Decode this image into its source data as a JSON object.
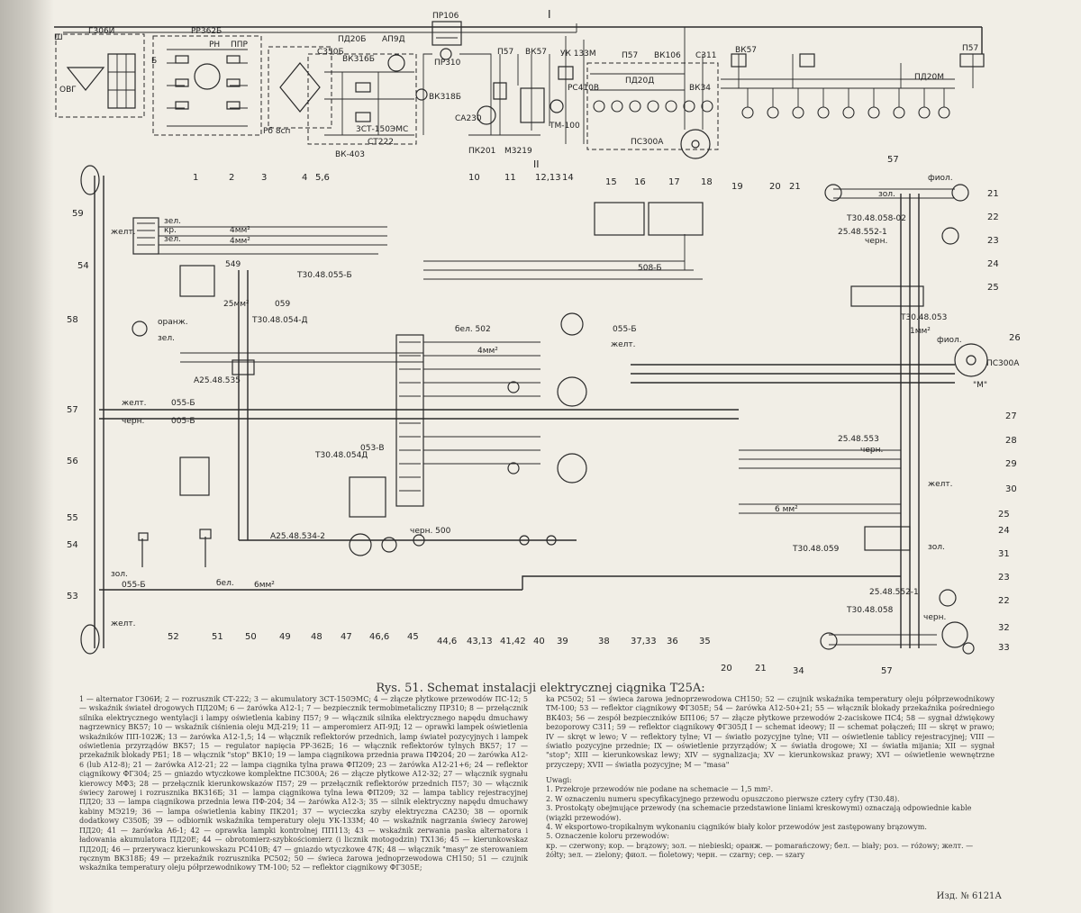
{
  "roman_top": "I",
  "roman_second": "II",
  "schematic_labels": [
    {
      "id": "s1",
      "text": "Г306И"
    },
    {
      "id": "s2",
      "text": "РР362Б"
    },
    {
      "id": "s3",
      "text": "ОВГ"
    },
    {
      "id": "s4",
      "text": "Ш"
    },
    {
      "id": "s5",
      "text": "Б"
    },
    {
      "id": "s6",
      "text": "РН"
    },
    {
      "id": "s7",
      "text": "ППР"
    },
    {
      "id": "s8",
      "text": "ПД20Б"
    },
    {
      "id": "s9",
      "text": "АП9Д"
    },
    {
      "id": "s10",
      "text": "ПР106"
    },
    {
      "id": "s11",
      "text": "ПР310"
    },
    {
      "id": "s12",
      "text": "П57"
    },
    {
      "id": "s13",
      "text": "ВК57"
    },
    {
      "id": "s14",
      "text": "УК 133М"
    },
    {
      "id": "s15",
      "text": "П57"
    },
    {
      "id": "s16",
      "text": "ВК106"
    },
    {
      "id": "s17",
      "text": "С311"
    },
    {
      "id": "s18",
      "text": "ВК57"
    },
    {
      "id": "s19",
      "text": "П57"
    },
    {
      "id": "s20",
      "text": "ВК318Б"
    },
    {
      "id": "s21",
      "text": "СА230"
    },
    {
      "id": "s22",
      "text": "ПК201"
    },
    {
      "id": "s23",
      "text": "М3219"
    },
    {
      "id": "s24",
      "text": "ТМ-100"
    },
    {
      "id": "s25",
      "text": "РС410В"
    },
    {
      "id": "s26",
      "text": "ПД20Д"
    },
    {
      "id": "s27",
      "text": "ВК34"
    },
    {
      "id": "s28",
      "text": "ПС300А"
    },
    {
      "id": "s29",
      "text": "ПД20М"
    },
    {
      "id": "s30",
      "text": "ВК-403"
    },
    {
      "id": "s31",
      "text": "СТ222"
    },
    {
      "id": "s32",
      "text": "3СТ-150ЭМС"
    },
    {
      "id": "s33",
      "text": "Рб 8сп"
    },
    {
      "id": "s34",
      "text": "С350Б"
    },
    {
      "id": "s35",
      "text": "ВК316Б"
    }
  ],
  "wire_labels": [
    {
      "id": "w1",
      "text": "зел."
    },
    {
      "id": "w2",
      "text": "кр."
    },
    {
      "id": "w3",
      "text": "зел."
    },
    {
      "id": "w4",
      "text": "4мм²"
    },
    {
      "id": "w5",
      "text": "4мм²"
    },
    {
      "id": "w6",
      "text": "T30.48.055-Б"
    },
    {
      "id": "w7",
      "text": "549"
    },
    {
      "id": "w8",
      "text": "25мм²"
    },
    {
      "id": "w9",
      "text": "059"
    },
    {
      "id": "w10",
      "text": "T30.48.054-Д"
    },
    {
      "id": "w11",
      "text": "оранж."
    },
    {
      "id": "w12",
      "text": "зел."
    },
    {
      "id": "w13",
      "text": "A25.48.535"
    },
    {
      "id": "w14",
      "text": "желт."
    },
    {
      "id": "w15",
      "text": "черн."
    },
    {
      "id": "w16",
      "text": "055-Б"
    },
    {
      "id": "w17",
      "text": "005-Б"
    },
    {
      "id": "w18",
      "text": "T30.48.054Д"
    },
    {
      "id": "w19",
      "text": "053-В"
    },
    {
      "id": "w20",
      "text": "A25.48.534-2"
    },
    {
      "id": "w21",
      "text": "6мм²"
    },
    {
      "id": "w22",
      "text": "055-Б"
    },
    {
      "id": "w23",
      "text": "бел."
    },
    {
      "id": "w24",
      "text": "6 мм²"
    },
    {
      "id": "w25",
      "text": "бел. 502"
    },
    {
      "id": "w26",
      "text": "черн. 500"
    },
    {
      "id": "w27",
      "text": "T30.48.059"
    },
    {
      "id": "w28",
      "text": "T30.48.058-02"
    },
    {
      "id": "w29",
      "text": "25.48.552-1"
    },
    {
      "id": "w30",
      "text": "черн."
    },
    {
      "id": "w31",
      "text": "T30.48.053"
    },
    {
      "id": "w32",
      "text": "1мм²"
    },
    {
      "id": "w33",
      "text": "25.48.553"
    },
    {
      "id": "w34",
      "text": "черн."
    },
    {
      "id": "w35",
      "text": "25.48.552-1"
    },
    {
      "id": "w36",
      "text": "T30.48.058"
    },
    {
      "id": "w37",
      "text": "черн."
    },
    {
      "id": "w38",
      "text": "фиол."
    },
    {
      "id": "w39",
      "text": "зол."
    },
    {
      "id": "w40",
      "text": "508-Б"
    },
    {
      "id": "w41",
      "text": "055-Б"
    },
    {
      "id": "w42",
      "text": "4мм²"
    },
    {
      "id": "w43",
      "text": "желт."
    },
    {
      "id": "w44",
      "text": "фиол."
    },
    {
      "id": "w45",
      "text": "ПС300А"
    },
    {
      "id": "w46",
      "text": "\"M\""
    },
    {
      "id": "w47",
      "text": "желт."
    },
    {
      "id": "w48",
      "text": "желт."
    },
    {
      "id": "w49",
      "text": "зол."
    },
    {
      "id": "w50",
      "text": "желт."
    },
    {
      "id": "w51",
      "text": "зол."
    }
  ],
  "callouts": [
    {
      "id": "c1",
      "text": "1"
    },
    {
      "id": "c2",
      "text": "2"
    },
    {
      "id": "c3",
      "text": "3"
    },
    {
      "id": "c4",
      "text": "4"
    },
    {
      "id": "c5",
      "text": "5,6"
    },
    {
      "id": "c6",
      "text": "10"
    },
    {
      "id": "c7",
      "text": "11"
    },
    {
      "id": "c8",
      "text": "12,13"
    },
    {
      "id": "c9",
      "text": "14"
    },
    {
      "id": "c10",
      "text": "15"
    },
    {
      "id": "c11",
      "text": "16"
    },
    {
      "id": "c12",
      "text": "17"
    },
    {
      "id": "c13",
      "text": "18"
    },
    {
      "id": "c14",
      "text": "19"
    },
    {
      "id": "c15",
      "text": "20"
    },
    {
      "id": "c16",
      "text": "21"
    },
    {
      "id": "c17",
      "text": "57"
    },
    {
      "id": "c18",
      "text": "21"
    },
    {
      "id": "c19",
      "text": "22"
    },
    {
      "id": "c20",
      "text": "23"
    },
    {
      "id": "c21",
      "text": "24"
    },
    {
      "id": "c22",
      "text": "25"
    },
    {
      "id": "c23",
      "text": "26"
    },
    {
      "id": "c24",
      "text": "27"
    },
    {
      "id": "c25",
      "text": "28"
    },
    {
      "id": "c26",
      "text": "29"
    },
    {
      "id": "c27",
      "text": "30"
    },
    {
      "id": "c28",
      "text": "25"
    },
    {
      "id": "c29",
      "text": "24"
    },
    {
      "id": "c30",
      "text": "31"
    },
    {
      "id": "c31",
      "text": "23"
    },
    {
      "id": "c32",
      "text": "22"
    },
    {
      "id": "c33",
      "text": "32"
    },
    {
      "id": "c34",
      "text": "33"
    },
    {
      "id": "c35",
      "text": "59"
    },
    {
      "id": "c36",
      "text": "54"
    },
    {
      "id": "c37",
      "text": "58"
    },
    {
      "id": "c38",
      "text": "57"
    },
    {
      "id": "c39",
      "text": "56"
    },
    {
      "id": "c40",
      "text": "55"
    },
    {
      "id": "c41",
      "text": "54"
    },
    {
      "id": "c42",
      "text": "53"
    },
    {
      "id": "c43",
      "text": "52"
    },
    {
      "id": "c44",
      "text": "51"
    },
    {
      "id": "c45",
      "text": "50"
    },
    {
      "id": "c46",
      "text": "49"
    },
    {
      "id": "c47",
      "text": "48"
    },
    {
      "id": "c48",
      "text": "47"
    },
    {
      "id": "c49",
      "text": "46,6"
    },
    {
      "id": "c50",
      "text": "45"
    },
    {
      "id": "c51",
      "text": "44,6"
    },
    {
      "id": "c52",
      "text": "43,13"
    },
    {
      "id": "c53",
      "text": "41,42"
    },
    {
      "id": "c54",
      "text": "40"
    },
    {
      "id": "c55",
      "text": "39"
    },
    {
      "id": "c56",
      "text": "38"
    },
    {
      "id": "c57",
      "text": "37,33"
    },
    {
      "id": "c58",
      "text": "36"
    },
    {
      "id": "c59",
      "text": "35"
    },
    {
      "id": "c60",
      "text": "20"
    },
    {
      "id": "c61",
      "text": "21"
    },
    {
      "id": "c62",
      "text": "34"
    },
    {
      "id": "c63",
      "text": "57"
    }
  ],
  "caption": "Rys. 51. Schemat instalacji elektrycznej ciągnika T25A:",
  "legend_left": "1 — alternator Г306И; 2 — rozrusznik СТ-222; 3 — akumulatory 3СТ-150ЭМС; 4 — złącze płytkowe przewodów ПС-12; 5 — wskaźnik świateł drogowych ПД20М; 6 — żarówka A12-1; 7 — bezpiecznik termobimetaliczny ПР310; 8 — przełącznik silnika elektrycznego wentylacji i lampy oświetlenia kabiny П57; 9 — włącznik silnika elektrycznego napędu dmuchawy nagrzewnicy ВК57; 10 — wskaźnik ciśnienia oleju МД-219; 11 — amperomierz АП-9Д; 12 — oprawki lampek oświetlenia wskaźników ПП-102Ж; 13 — żarówka A12-1,5; 14 — włącznik reflektorów przednich, lamp świateł pozycyjnych i lampek oświetlenia przyrządów ВК57; 15 — regulator napięcia РР-362Б; 16 — włącznik reflektorów tylnych ВК57; 17 — przekaźnik blokady РБ1; 18 — włącznik \"stop\" ВК10; 19 — lampa ciągnikowa przednia prawa ПФ204; 20 — żarówka A12-6 (lub A12-8); 21 — żarówka A12-21; 22 — lampa ciągnika tylna prawa ФП209; 23 — żarówka A12-21+6; 24 — reflektor ciągnikowy ФГ304; 25 — gniazdo wtyczkowe komplektne ПС300А; 26 — złącze płytkowe A12-32; 27 — włącznik sygnału kierowcy МФ3; 28 — przełącznik kierunkowskazów П57; 29 — przełącznik reflektorów przednich П57; 30 — włącznik świecy żarowej i rozrusznika ВК316Б; 31 — lampa ciągnikowa tylna lewa ФП209; 32 — lampa tablicy rejestracyjnej ПД20; 33 — lampa ciągnikowa przednia lewa ПФ-204; 34 — żarówka A12-3; 35 — silnik elektryczny napędu dmuchawy kabiny МЭ219; 36 — lampa oświetlenia kabiny ПК201; 37 — wycieczka szyby elektryczna СА230; 38 — opornik dodatkowy С350Б; 39 — odbiornik wskaźnika temperatury oleju УК-133М; 40 — wskaźnik nagrzania świecy żarowej ПД20; 41 — żarówka A6-1; 42 — oprawka lampki kontrolnej ПП113; 43 — wskaźnik zerwania paska alternatora i ładowania akumulatora ПД20Е; 44 — obrotomierz-szybkościomierz (i licznik motogodzin) ТХ136; 45 — kierunkowskaz ПД20Д; 46 — przerywacz kierunkowskazu РС410В; 47 — gniazdo wtyczkowe 47К; 48 — włącznik \"masy\" ze sterowaniem ręcznym ВК318Б; 49 — przekaźnik rozrusznika РС502; 50 — świeca żarowa jednoprzewodowa СН150; 51 — czujnik wskaźnika temperatury oleju półprzewodnikowy ТМ-100; 52 — reflektor ciągnikowy ФГ305Е;",
  "legend_right": "ka РС502; 51 — świeca żarowa jednoprzewodowa СН150; 52 — czujnik wskaźnika temperatury oleju półprzewodnikowy ТМ-100; 53 — reflektor ciągnikowy ФГ305Е; 54 — żarówka A12-50+21; 55 — włącznik blokady przekaźnika pośredniego ВК403; 56 — zespół bezpieczników БП106; 57 — złącze płytkowe przewodów 2-zaciskowe ПС4; 58 — sygnał dźwiękowy bezoporowy С311; 59 — reflektor ciągnikowy ФГ305Д I — schemat ideowy; II — schemat połączeń; III — skręt w prawo; IV — skręt w lewo; V — reflektory tylne; VI — światło pozycyjne tylne; VII — oświetlenie tablicy rejestracyjnej; VIII — światło pozycyjne przednie; IX — oświetlenie przyrządów; X — światła drogowe; XI — światła mijania; XII — sygnał \"stop\"; XIII — kierunkowskaz lewy; XIV — sygnalizacja; XV — kierunkowskaz prawy; XVI — oświetlenie wewnętrzne przyczepy; XVII — światła pozycyjne; M — \"masa\"",
  "notes_title": "Uwagi:",
  "notes": [
    "1. Przekroje przewodów nie podane na schemacie — 1,5 mm².",
    "2. W oznaczeniu numeru specyfikacyjnego przewodu opuszczono pierwsze cztery cyfry (T30.48).",
    "3. Prostokąty obejmujące przewody (na schemacie przedstawione liniami kreskowymi) oznaczają odpowiednie kable (wiązki przewodów).",
    "4. W eksportowo-tropikalnym wykonaniu ciągników biały kolor przewodów jest zastępowany brązowym.",
    "5. Oznaczenie koloru przewodów:",
    "кр. — czerwony; кор. — brązowy; зол. — niebieski; оранж. — pomarańczowy; бел. — biały; роз. — różowy; желт. — żółty; зел. — zielony; фиол. — fioletowy; черн. — czarny; сер. — szary"
  ],
  "publisher_mark": "Изд. № 6121А"
}
